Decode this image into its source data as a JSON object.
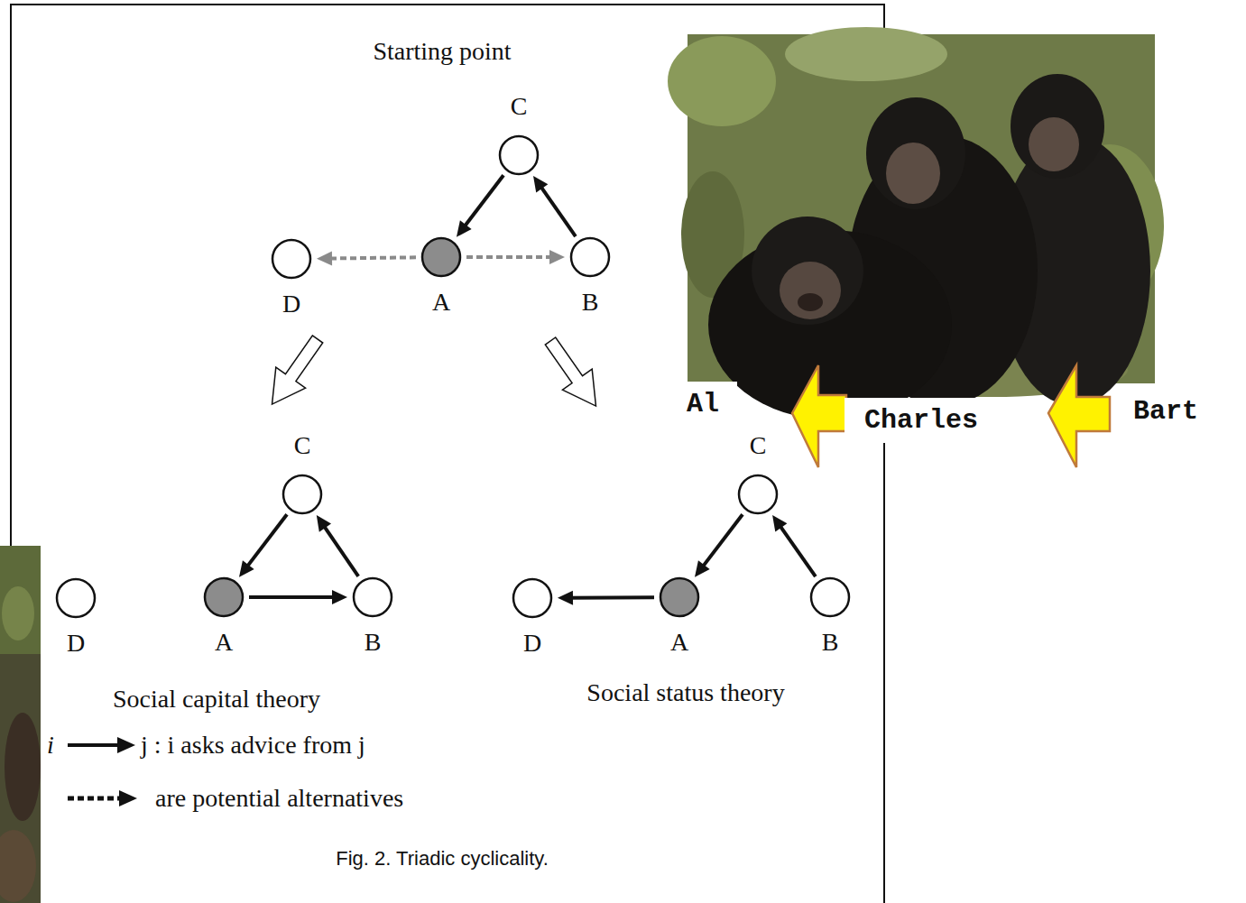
{
  "diagram": {
    "title": "Starting point",
    "caption": "Fig. 2. Triadic cyclicality.",
    "nodes": [
      {
        "text": [
          "C"
        ]
      },
      {
        "text": [
          "D"
        ]
      },
      {
        "text": [
          "A"
        ]
      },
      {
        "text": [
          "B"
        ]
      },
      {
        "text": [
          "C"
        ]
      },
      {
        "text": [
          "D"
        ]
      },
      {
        "text": [
          "A"
        ]
      },
      {
        "text": [
          "B"
        ]
      },
      {
        "text": [
          "C"
        ]
      },
      {
        "text": [
          "D"
        ]
      },
      {
        "text": [
          "A"
        ]
      },
      {
        "text": [
          "B"
        ]
      }
    ],
    "edges": [
      {
        "from": 0,
        "to": 2,
        "arrow": "to"
      },
      {
        "from": 3,
        "to": 0,
        "arrow": "to"
      },
      {
        "from": 2,
        "to": 1,
        "arrow": "to"
      },
      {
        "from": 2,
        "to": 3,
        "arrow": "to"
      },
      {
        "from": 4,
        "to": 6,
        "arrow": "to"
      },
      {
        "from": 7,
        "to": 4,
        "arrow": "to"
      },
      {
        "from": 6,
        "to": 7,
        "arrow": "to"
      },
      {
        "from": 8,
        "to": 10,
        "arrow": "to"
      },
      {
        "from": 11,
        "to": 8,
        "arrow": "to"
      },
      {
        "from": 10,
        "to": 9,
        "arrow": "to"
      }
    ],
    "labels": [
      "Social capital theory",
      "Social status theory",
      "i",
      "Al",
      "Charles",
      "Bart"
    ],
    "legend": [
      {
        "text": "j : i asks advice from j"
      },
      {
        "text": "are potential alternatives"
      }
    ]
  }
}
